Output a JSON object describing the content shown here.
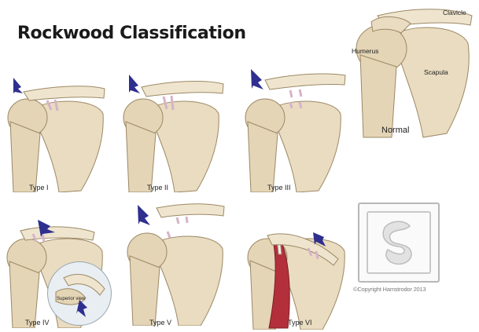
{
  "title": "Rockwood Classification",
  "normal": {
    "caption": "Normal",
    "labels": {
      "clavicle": "Clavicle",
      "humerus": "Humerus",
      "scapula": "Scapula"
    }
  },
  "types": [
    {
      "label": "Type I"
    },
    {
      "label": "Type II"
    },
    {
      "label": "Type III"
    },
    {
      "label": "Type IV"
    },
    {
      "label": "Type V"
    },
    {
      "label": "Type VI"
    }
  ],
  "inset_caption": "Superior view",
  "copyright": "©Copyright Hamstrodor 2013",
  "colors": {
    "bone": "#e9dcc0",
    "bone_shadow": "#c9b48d",
    "bone_outline": "#9c8865",
    "ligament": "#d7b3c8",
    "arrow": "#2e2f8f",
    "muscle": "#b3303a"
  }
}
